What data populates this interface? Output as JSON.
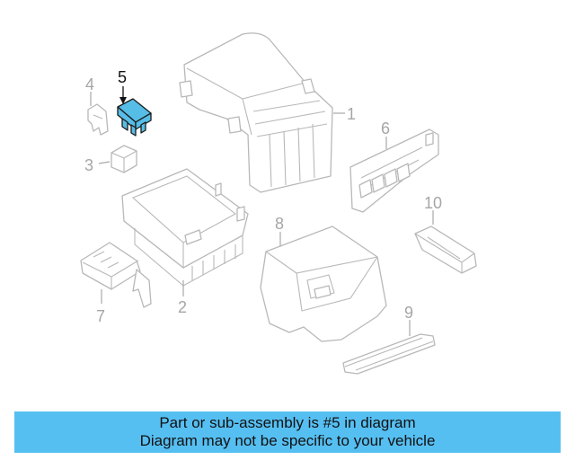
{
  "callouts": {
    "p1": "1",
    "p2": "2",
    "p3": "3",
    "p4": "4",
    "p5": "5",
    "p6": "6",
    "p7": "7",
    "p8": "8",
    "p9": "9",
    "p10": "10"
  },
  "highlight_color": "#56bde7",
  "banner": {
    "line1": "Part or sub-assembly is #5 in diagram",
    "line2": "Diagram may not be specific to your vehicle",
    "color": "#56bff2"
  }
}
